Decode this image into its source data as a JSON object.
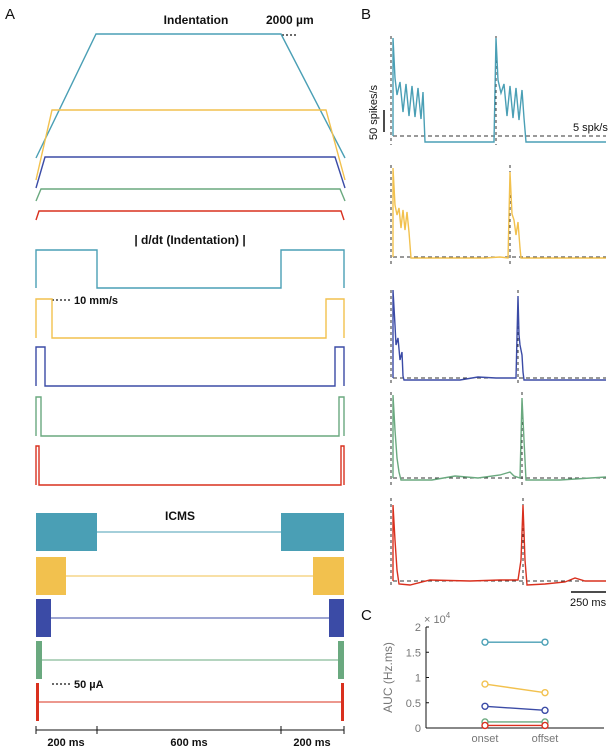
{
  "figure": {
    "panel_a": "A",
    "panel_b": "B",
    "panel_c": "C",
    "indentation_title": "Indentation",
    "indentation_scale": "2000 µm",
    "velocity_title": "| d/dt (Indentation) |",
    "velocity_scale": "10 mm/s",
    "icms_title": "ICMS",
    "icms_scale": "50 µA",
    "time_seg_1": "200 ms",
    "time_seg_2": "600 ms",
    "time_seg_3": "200 ms",
    "rate_scale": "50 spikes/s",
    "rate_baseline": "5 spk/s",
    "time_scale": "250 ms"
  },
  "colors": {
    "cyan": "#4a9fb5",
    "yellow": "#f2c14e",
    "blue": "#3b4ba6",
    "green": "#6aa97f",
    "red": "#d9301e"
  },
  "chart_data": {
    "type": "line",
    "title": "",
    "xlabel": "",
    "ylabel": "AUC (Hz.ms)",
    "y_multiplier": "× 10",
    "y_exponent": "4",
    "categories": [
      "onset",
      "offset"
    ],
    "ylim": [
      0,
      2
    ],
    "yticks": [
      "0",
      "0.5",
      "1",
      "1.5",
      "2"
    ],
    "series": [
      {
        "color": "#4a9fb5",
        "values": [
          1.7,
          1.7
        ]
      },
      {
        "color": "#f2c14e",
        "values": [
          0.87,
          0.7
        ]
      },
      {
        "color": "#3b4ba6",
        "values": [
          0.43,
          0.35
        ]
      },
      {
        "color": "#6aa97f",
        "values": [
          0.12,
          0.12
        ]
      },
      {
        "color": "#d9301e",
        "values": [
          0.05,
          0.05
        ]
      }
    ]
  }
}
